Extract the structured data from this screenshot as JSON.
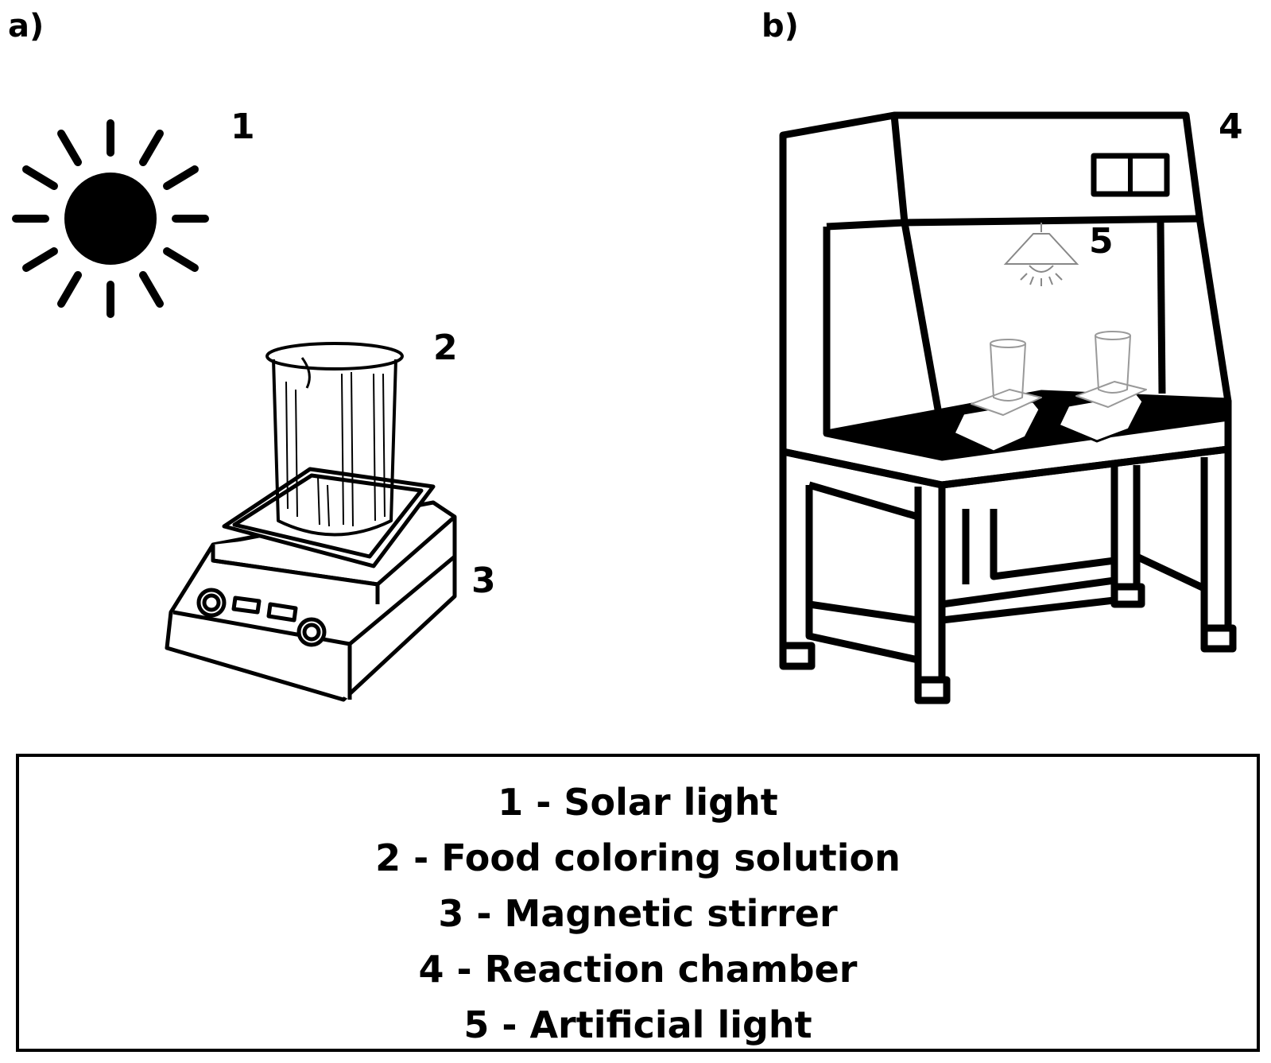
{
  "panels": {
    "a": "a)",
    "b": "b)"
  },
  "callouts": {
    "n1": "1",
    "n2": "2",
    "n3": "3",
    "n4": "4",
    "n5": "5"
  },
  "legend": [
    "1 - Solar light",
    "2 - Food coloring solution",
    "3 - Magnetic stirrer",
    "4 - Reaction chamber",
    "5 - Artificial light"
  ]
}
